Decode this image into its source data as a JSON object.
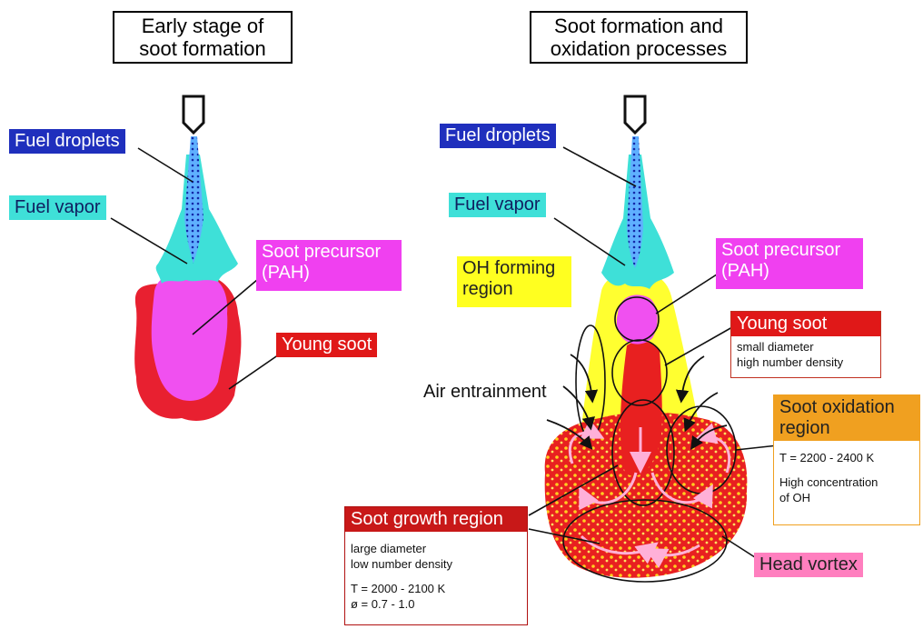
{
  "titles": {
    "left": [
      "Early stage of",
      "soot formation"
    ],
    "right": [
      "Soot formation and",
      "oxidation processes"
    ]
  },
  "left": {
    "fuel_droplets": "Fuel droplets",
    "fuel_vapor": "Fuel vapor",
    "soot_precursor": [
      "Soot precursor",
      "(PAH)"
    ],
    "young_soot": "Young soot"
  },
  "right": {
    "fuel_droplets": "Fuel droplets",
    "fuel_vapor": "Fuel vapor",
    "soot_precursor": [
      "Soot precursor",
      "(PAH)"
    ],
    "oh_forming": [
      "OH forming",
      "region"
    ],
    "young_soot": {
      "title": "Young soot",
      "lines": [
        "small diameter",
        "high number density"
      ]
    },
    "air_entrainment": "Air entrainment",
    "soot_oxidation": {
      "title": [
        "Soot oxidation",
        "region"
      ],
      "lines": [
        "T = 2200 - 2400 K",
        "",
        "High concentration",
        "of OH"
      ]
    },
    "soot_growth": {
      "title": "Soot growth region",
      "lines": [
        "large diameter",
        "low number density",
        "",
        "T = 2000 - 2100 K",
        "ø = 0.7 - 1.0"
      ]
    },
    "head_vortex": "Head vortex"
  },
  "colors": {
    "fuel_droplets": "#1f2fbd",
    "fuel_vapor": "#3fe0d8",
    "soot_precursor": "#f040f0",
    "young_soot": "#e01818",
    "oh_forming": "#ffff20",
    "soot_oxidation": "#f0a020",
    "head_vortex": "#ff7fbf"
  }
}
